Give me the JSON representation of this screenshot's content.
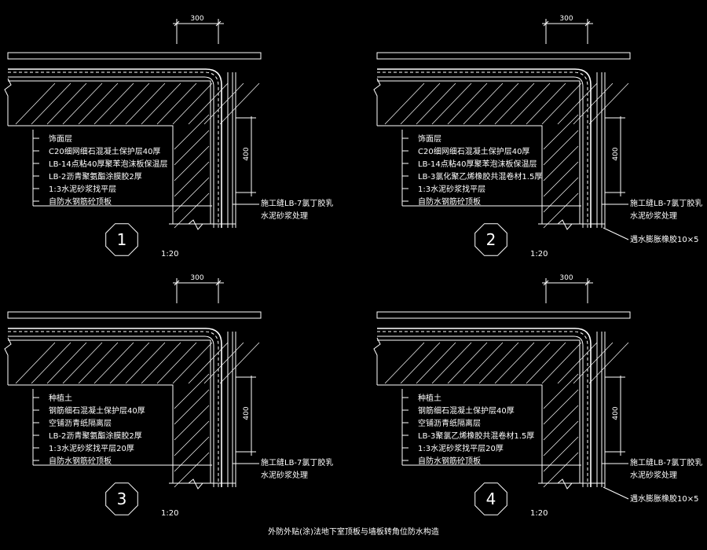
{
  "title": "外防外贴(涂)法地下室顶板与墙板转角位防水构造",
  "details": [
    {
      "number": "1",
      "scale": "1:20",
      "dim_top": "300",
      "dim_side": "400",
      "layers": [
        "饰面层",
        "C20细网细石混凝土保护层40厚",
        "LB-14点粘40厚聚苯泡沫板保温层",
        "LB-2沥青聚氨酯涂膜胶2厚",
        "1:3水泥砂浆找平层",
        "自防水钢筋砼顶板"
      ],
      "right_notes": [
        "施工缝LB-7氯丁胶乳",
        "水泥砂浆处理"
      ]
    },
    {
      "number": "2",
      "scale": "1:20",
      "dim_top": "300",
      "dim_side": "400",
      "layers": [
        "饰面层",
        "C20细网细石混凝土保护层40厚",
        "LB-14点粘40厚聚苯泡沫板保温层",
        "LB-3氯化聚乙烯橡胶共混卷材1.5厚",
        "1:3水泥砂浆找平层",
        "自防水钢筋砼顶板"
      ],
      "right_notes": [
        "施工缝LB-7氯丁胶乳",
        "水泥砂浆处理",
        "遇水膨胀橡胶10×5"
      ]
    },
    {
      "number": "3",
      "scale": "1:20",
      "dim_top": "300",
      "dim_side": "400",
      "layers": [
        "种植土",
        "钢筋细石混凝土保护层40厚",
        "空铺沥青纸隔离层",
        "LB-2沥青聚氨酯涂膜胶2厚",
        "1:3水泥砂浆找平层20厚",
        "自防水钢筋砼顶板"
      ],
      "right_notes": [
        "施工缝LB-7氯丁胶乳",
        "水泥砂浆处理"
      ]
    },
    {
      "number": "4",
      "scale": "1:20",
      "dim_top": "300",
      "dim_side": "400",
      "layers": [
        "种植土",
        "钢筋细石混凝土保护层40厚",
        "空铺沥青纸隔离层",
        "LB-3聚氯乙烯橡胶共混卷材1.5厚",
        "1:3水泥砂浆找平层20厚",
        "自防水钢筋砼顶板"
      ],
      "right_notes": [
        "施工缝LB-7氯丁胶乳",
        "水泥砂浆处理",
        "遇水膨胀橡胶10×5"
      ]
    }
  ]
}
